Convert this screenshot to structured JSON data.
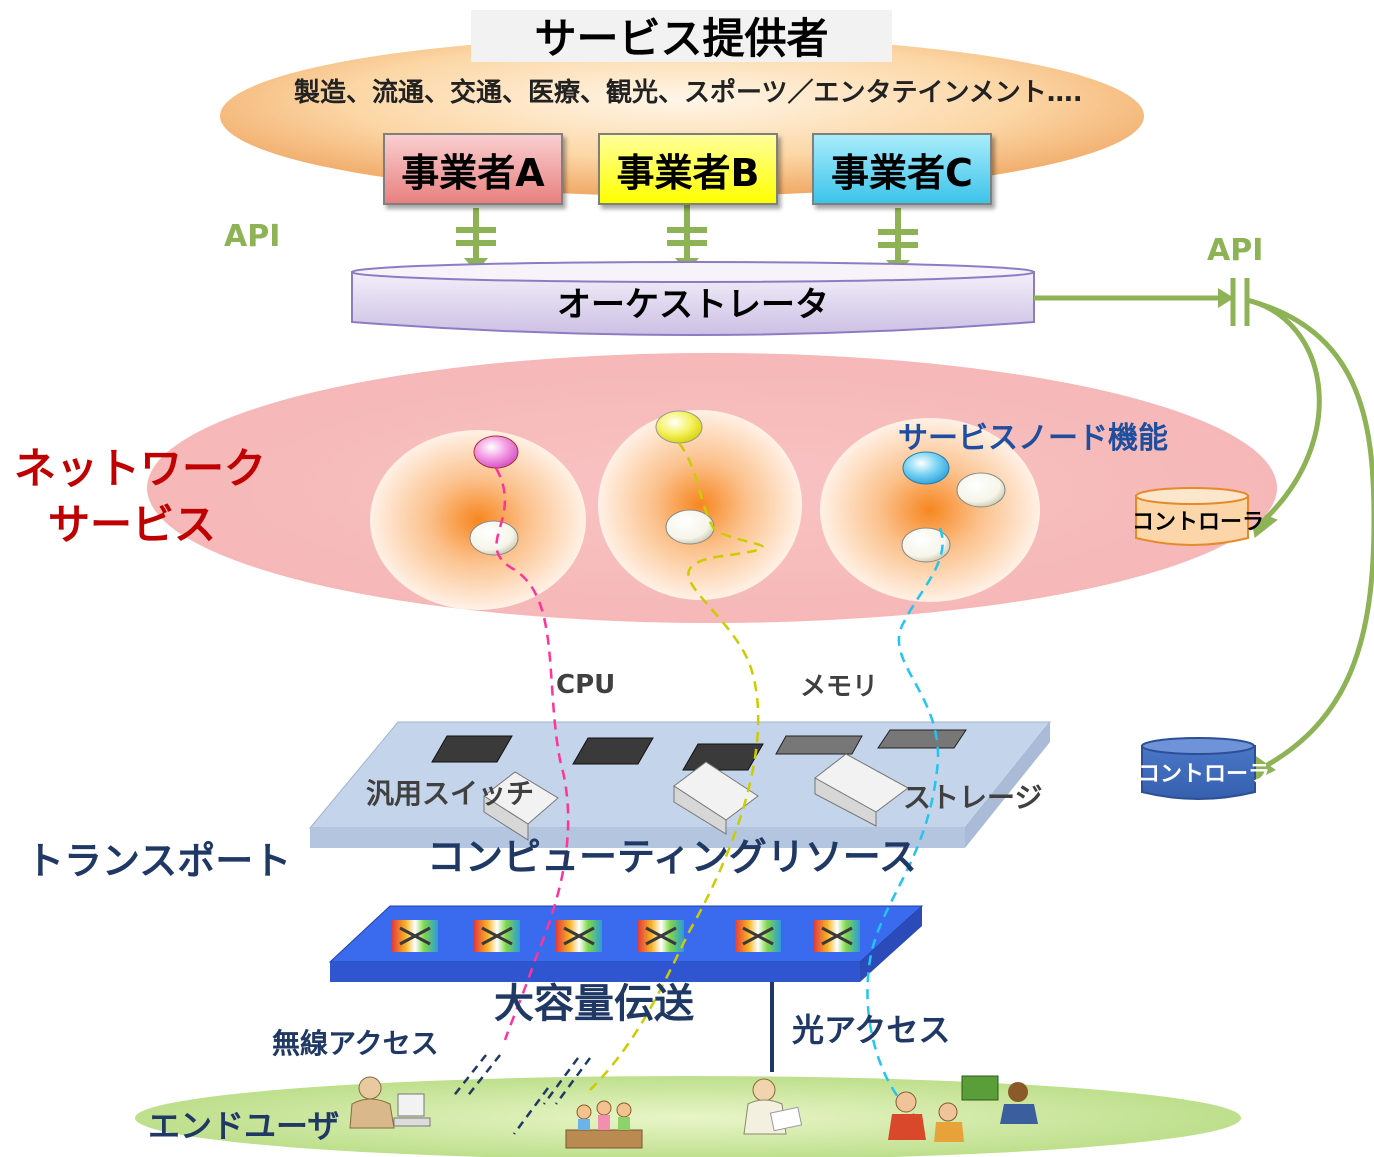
{
  "header": {
    "title": "サービス提供者",
    "industries": "製造、流通、交通、医療、観光、スポーツ／エンタテインメント…."
  },
  "operators": [
    {
      "label": "事業者A",
      "color": "#f4a3a3"
    },
    {
      "label": "事業者B",
      "color": "#ffff33"
    },
    {
      "label": "事業者C",
      "color": "#5fd0ee"
    }
  ],
  "api": {
    "left_label": "API",
    "right_label": "API"
  },
  "orchestrator": {
    "label": "オーケストレータ"
  },
  "network": {
    "label_line1": "ネットワーク",
    "label_line2": "サービス",
    "node_label": "サービスノード機能"
  },
  "controllers": [
    {
      "label": "コントローラ"
    },
    {
      "label": "コントローラ"
    }
  ],
  "resources": {
    "cpu": "CPU",
    "memory": "メモリ",
    "switch": "汎用スイッチ",
    "storage": "ストレージ",
    "title": "コンピューティングリソース"
  },
  "transport": {
    "label": "トランスポート",
    "bulk": "大容量伝送",
    "wireless": "無線アクセス",
    "optical": "光アクセス"
  },
  "endusers": {
    "label": "エンドユーザ"
  },
  "colors": {
    "api_arrow": "#8db356",
    "network_label": "#c00000",
    "navy": "#1f3864",
    "pink_path": "#ff3399",
    "yellow_path": "#cccc00",
    "cyan_path": "#22c4f0"
  }
}
